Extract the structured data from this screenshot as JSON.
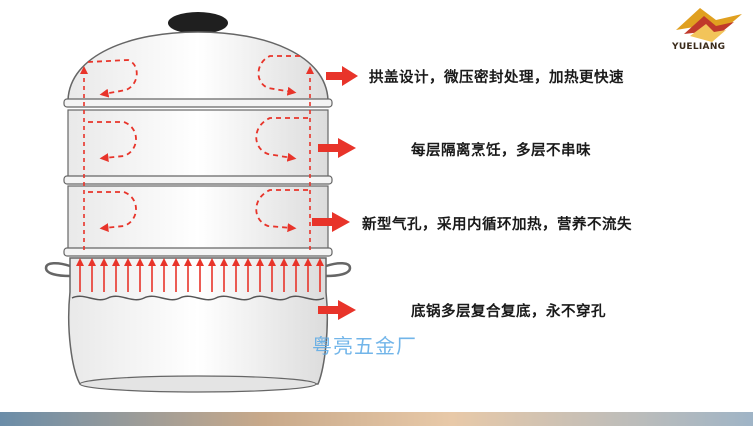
{
  "logo": {
    "text": "YUELIANG",
    "icon": "yueliang-logo-icon"
  },
  "features": [
    {
      "label": "拱盖设计，微压密封处理，加热更快速"
    },
    {
      "label": "每层隔离烹饪，多层不串味"
    },
    {
      "label": "新型气孔，采用内循环加热，营养不流失"
    },
    {
      "label": "底锅多层复合复底，永不穿孔"
    }
  ],
  "watermark": "粤亮五金厂",
  "colors": {
    "arrow": "#e8342a",
    "steam": "#e8342a",
    "pot_outline": "#555555",
    "watermark": "#5aa9e6"
  }
}
